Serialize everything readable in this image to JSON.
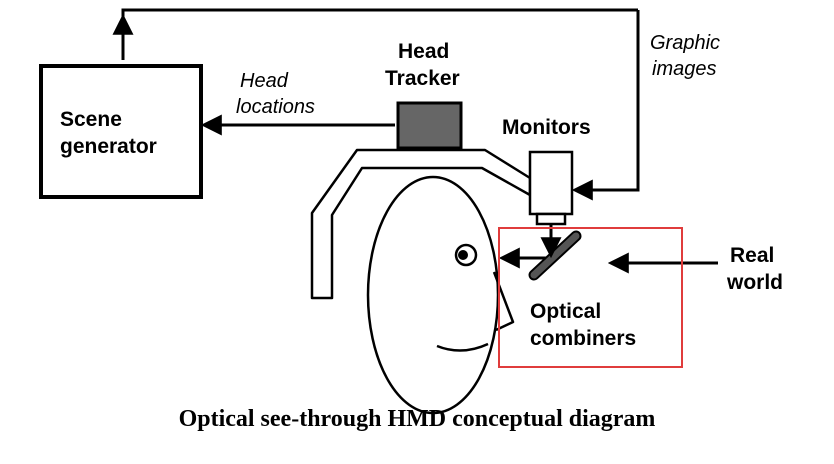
{
  "labels": {
    "scene_generator": [
      "Scene",
      "generator"
    ],
    "head_tracker": [
      "Head",
      "Tracker"
    ],
    "monitors": "Monitors",
    "head_locations": [
      "Head",
      "locations"
    ],
    "graphic_images": [
      "Graphic",
      "images"
    ],
    "real_world": [
      "Real",
      "world"
    ],
    "optical_combiners": [
      "Optical",
      "combiners"
    ]
  },
  "caption": "Optical see-through HMD conceptual diagram",
  "colors": {
    "highlight": "#e03c3c",
    "tracker_fill": "#666666",
    "combiner_fill": "#555555"
  },
  "icons": [
    "arrow-head-icon",
    "eye-icon"
  ]
}
